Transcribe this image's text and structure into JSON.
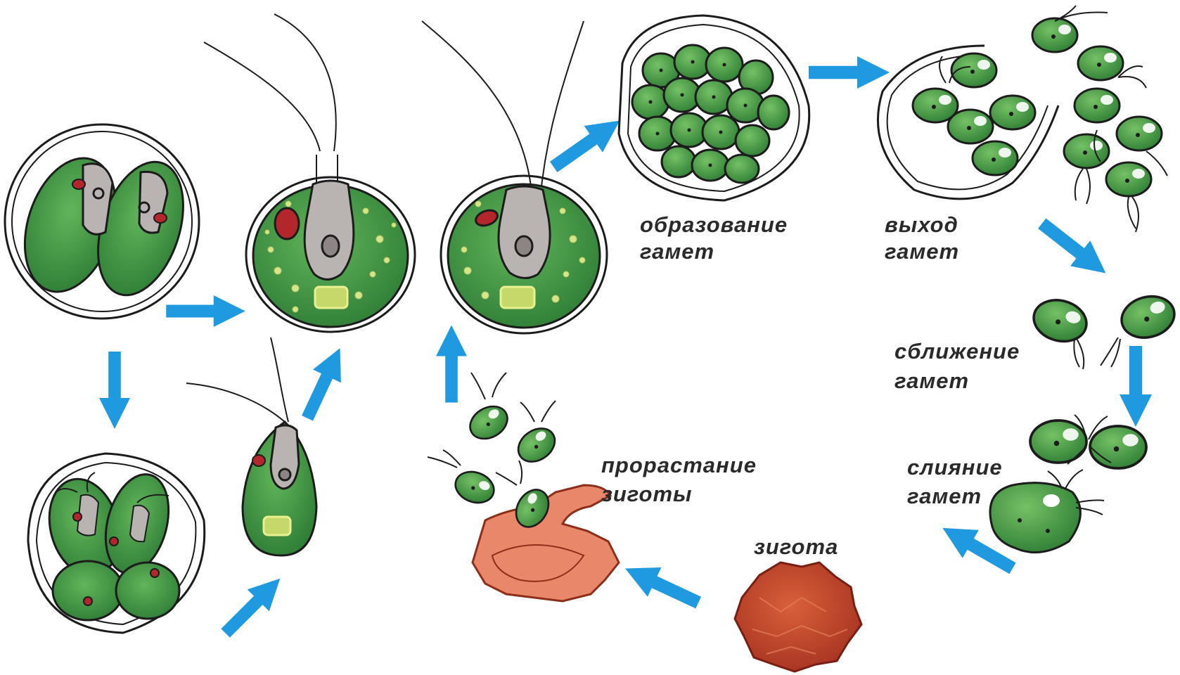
{
  "labels": {
    "gamete_formation": [
      "образование",
      "гамет"
    ],
    "gamete_release": [
      "выход",
      "гамет"
    ],
    "gamete_approach": [
      "сближение",
      "гамет"
    ],
    "gamete_fusion": [
      "слияние",
      "гамет"
    ],
    "zygote": [
      "зигота"
    ],
    "zygote_germination": [
      "прорастание",
      "зиготы"
    ]
  },
  "colors": {
    "arrow": "#1f9ae0",
    "cell_green": "#3f9a46",
    "cell_dark_green": "#2f7d37",
    "cell_light_green": "#6cbf5c",
    "nucleus_gray": "#b9b4b2",
    "eyespot_red": "#b3262c",
    "zygote_red": "#c9462a",
    "zygote_wall": "#e8876a",
    "outline": "#1c1c1c"
  },
  "icons": [
    "arrow-icon"
  ]
}
